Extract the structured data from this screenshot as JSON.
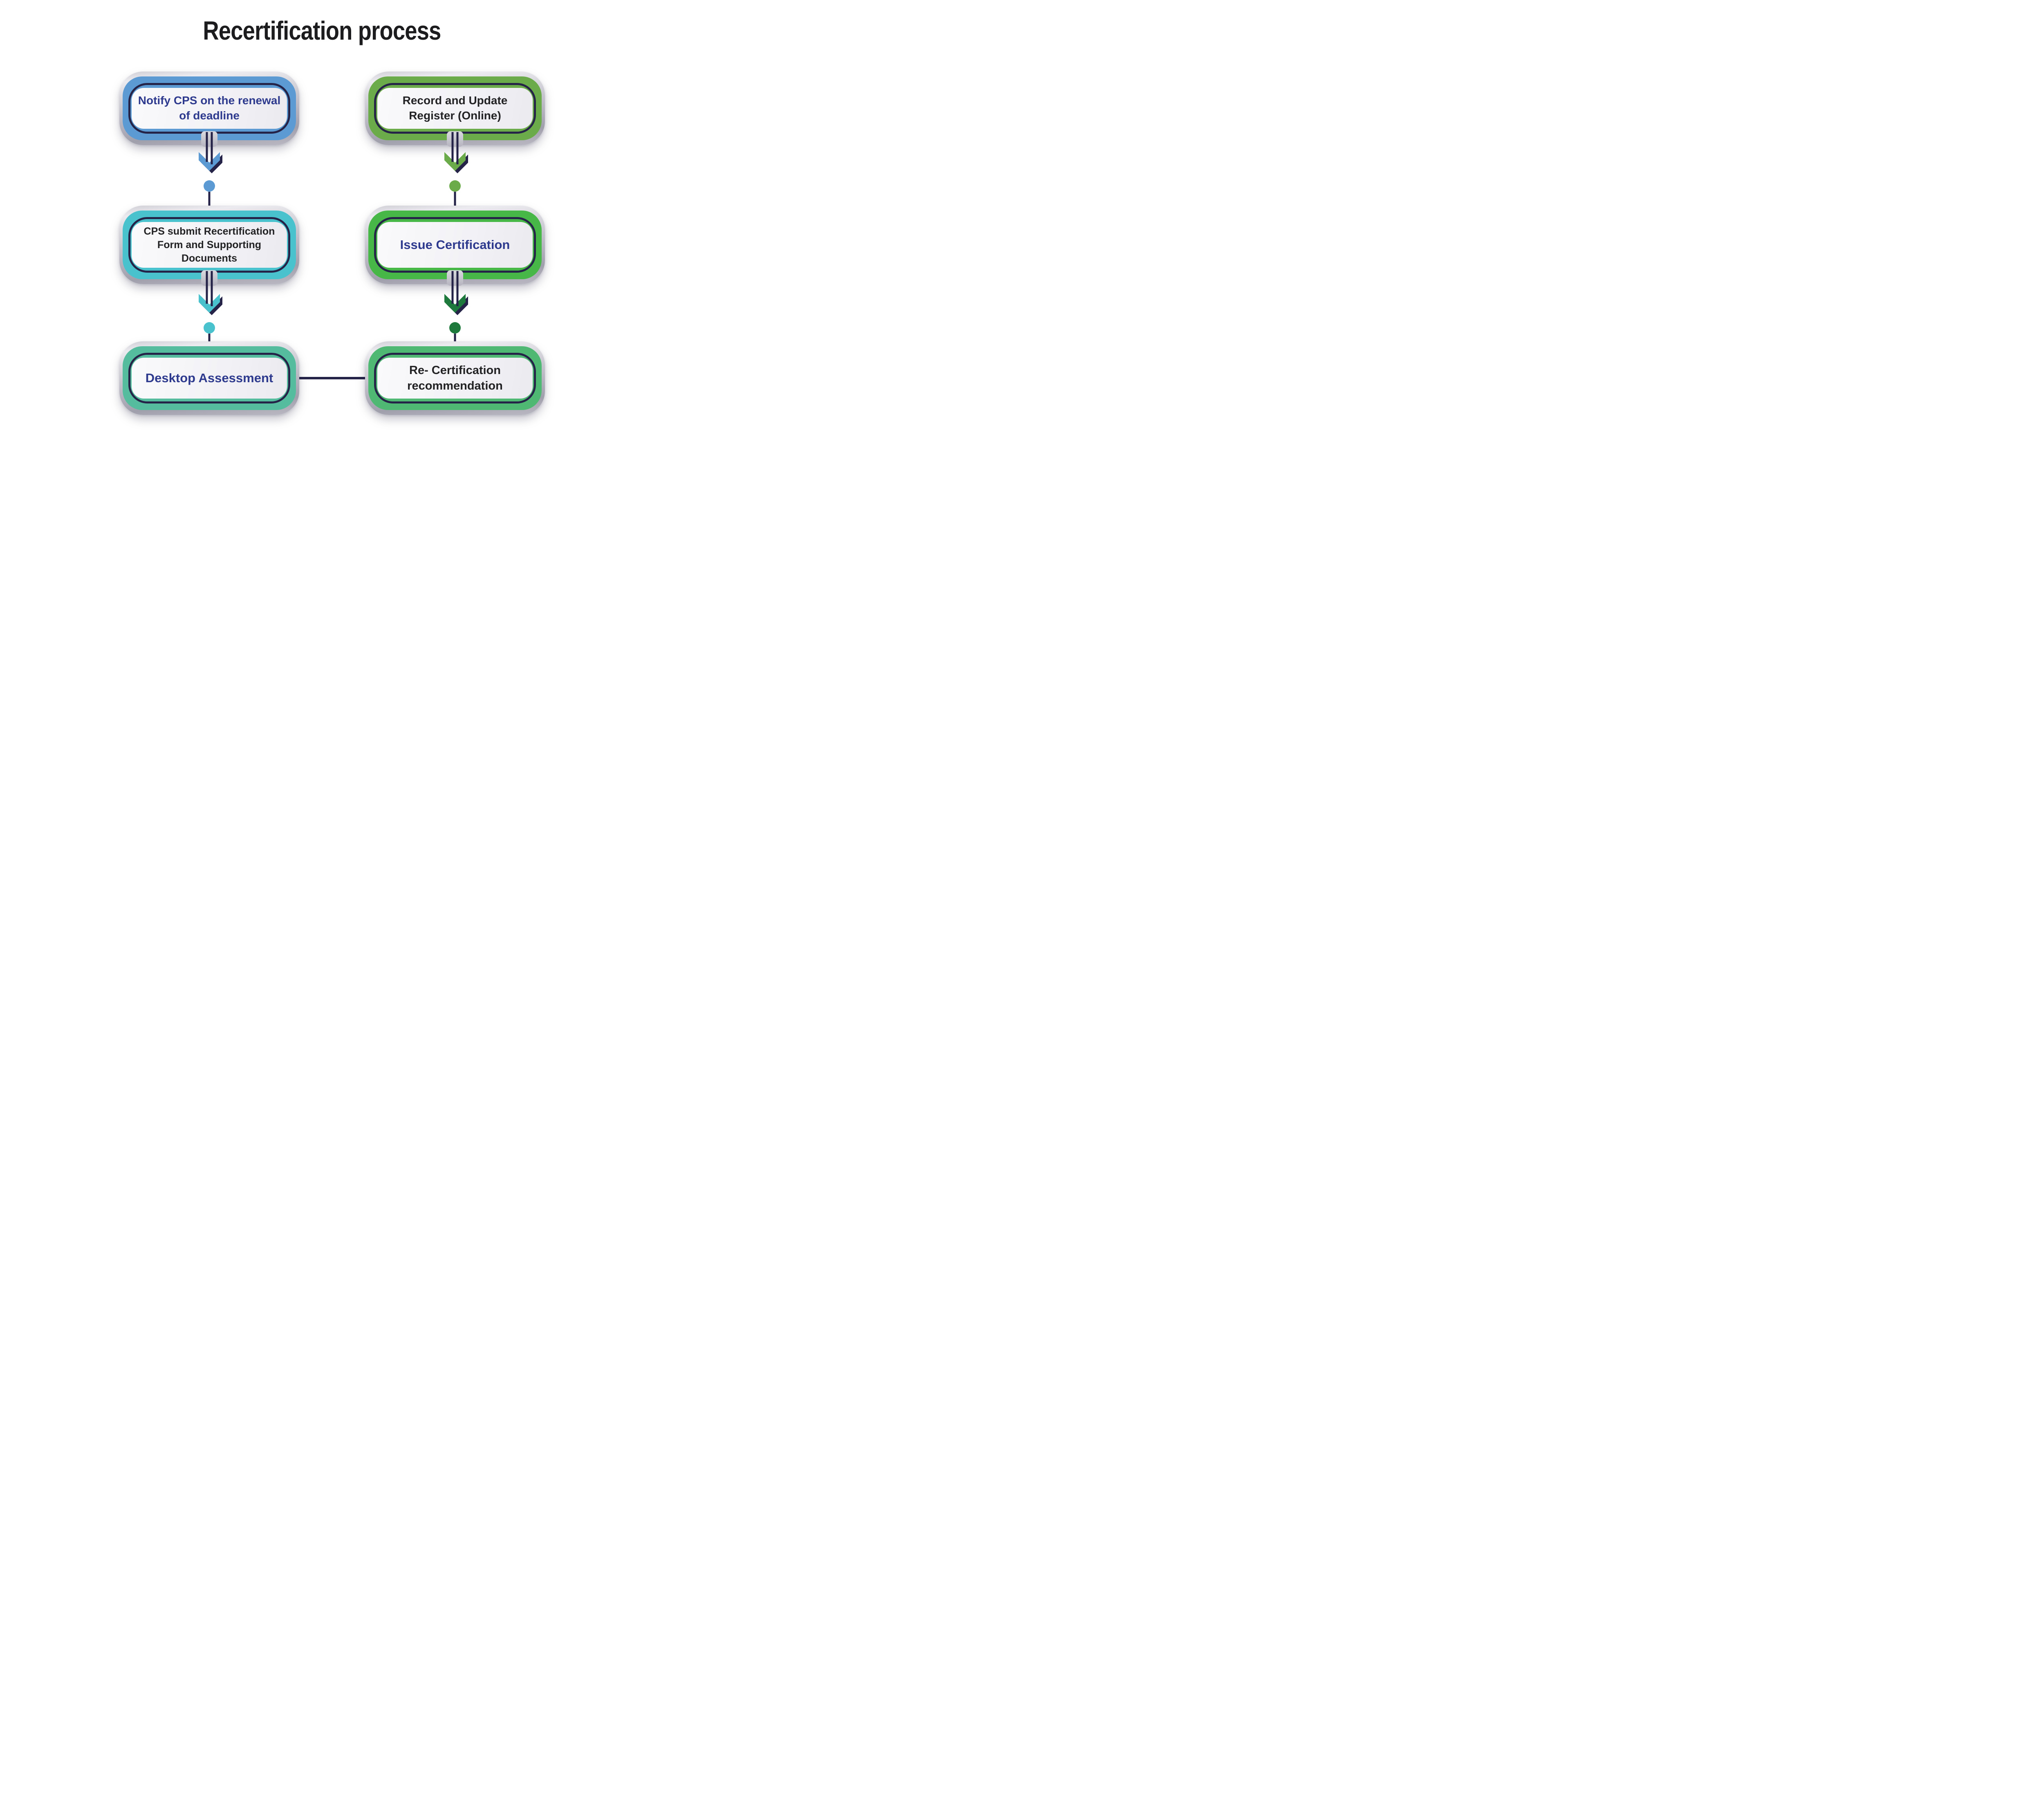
{
  "title": "Recertification process",
  "colors": {
    "navy": "#262349",
    "title_text": "#1c1c1e",
    "background": "#ffffff",
    "silver_light": "#e7e7ec",
    "silver_dark": "#9e9daa"
  },
  "nodes": [
    {
      "id": "notify-cps",
      "column": "left",
      "row": 1,
      "label": "Notify CPS on the renewal of deadline",
      "band_color": "#5b9ad3",
      "text_color": "#2e3a8e"
    },
    {
      "id": "cps-submit-recertification",
      "column": "left",
      "row": 2,
      "label": "CPS submit Recertification Form and Supporting Documents",
      "band_color": "#4ac2cd",
      "text_color": "#222225"
    },
    {
      "id": "desktop-assessment",
      "column": "left",
      "row": 3,
      "label": "Desktop Assessment",
      "band_color": "#55bd9e",
      "text_color": "#2e3a8e"
    },
    {
      "id": "record-and-update-register",
      "column": "right",
      "row": 1,
      "label": "Record and Update Register (Online)",
      "band_color": "#6bab49",
      "text_color": "#222225"
    },
    {
      "id": "issue-certification",
      "column": "right",
      "row": 2,
      "label": "Issue Certification",
      "band_color": "#47b748",
      "text_color": "#2e3a8e"
    },
    {
      "id": "recertification-recommendation",
      "column": "right",
      "row": 3,
      "label": "Re- Certification recommendation",
      "band_color": "#4fb974",
      "text_color": "#222225"
    }
  ],
  "connectors": [
    {
      "id": "notify-to-submit",
      "type": "arrow-down",
      "color": "#5b9ad3"
    },
    {
      "id": "submit-to-desktop",
      "type": "arrow-down",
      "color": "#4ac2cd"
    },
    {
      "id": "record-to-issue",
      "type": "arrow-down",
      "color": "#6bab49"
    },
    {
      "id": "issue-to-recommendation",
      "type": "arrow-down",
      "color": "#1e7a3c"
    },
    {
      "id": "desktop-to-recommendation",
      "type": "line-horizontal"
    }
  ]
}
